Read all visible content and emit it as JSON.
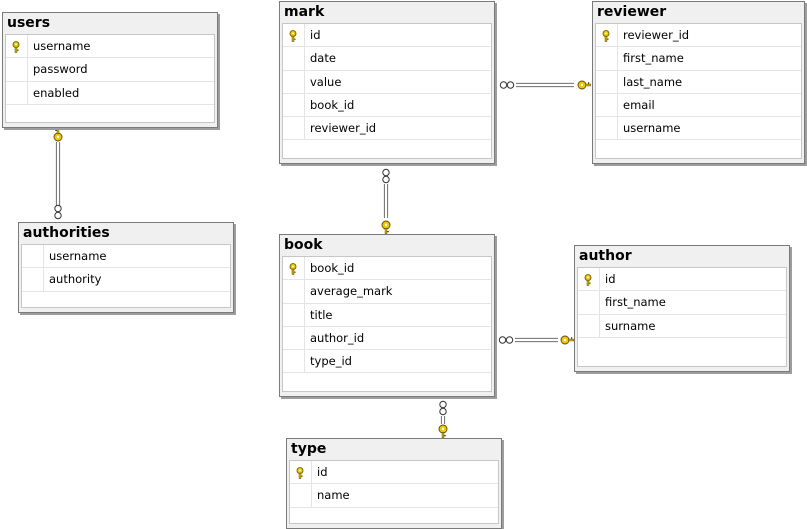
{
  "tables": {
    "users": {
      "title": "users",
      "columns": [
        {
          "name": "username",
          "key": true
        },
        {
          "name": "password",
          "key": false
        },
        {
          "name": "enabled",
          "key": false
        }
      ]
    },
    "authorities": {
      "title": "authorities",
      "columns": [
        {
          "name": "username",
          "key": false
        },
        {
          "name": "authority",
          "key": false
        }
      ]
    },
    "mark": {
      "title": "mark",
      "columns": [
        {
          "name": "id",
          "key": true
        },
        {
          "name": "date",
          "key": false
        },
        {
          "name": "value",
          "key": false
        },
        {
          "name": "book_id",
          "key": false
        },
        {
          "name": "reviewer_id",
          "key": false
        }
      ]
    },
    "reviewer": {
      "title": "reviewer",
      "columns": [
        {
          "name": "reviewer_id",
          "key": true
        },
        {
          "name": "first_name",
          "key": false
        },
        {
          "name": "last_name",
          "key": false
        },
        {
          "name": "email",
          "key": false
        },
        {
          "name": "username",
          "key": false
        }
      ]
    },
    "book": {
      "title": "book",
      "columns": [
        {
          "name": "book_id",
          "key": true
        },
        {
          "name": "average_mark",
          "key": false
        },
        {
          "name": "title",
          "key": false
        },
        {
          "name": "author_id",
          "key": false
        },
        {
          "name": "type_id",
          "key": false
        }
      ]
    },
    "author": {
      "title": "author",
      "columns": [
        {
          "name": "id",
          "key": true
        },
        {
          "name": "first_name",
          "key": false
        },
        {
          "name": "surname",
          "key": false
        }
      ]
    },
    "type": {
      "title": "type",
      "columns": [
        {
          "name": "id",
          "key": true
        },
        {
          "name": "name",
          "key": false
        }
      ]
    }
  },
  "relationships": [
    {
      "from": "authorities",
      "to": "users",
      "many_end": "authorities",
      "one_end": "users"
    },
    {
      "from": "mark",
      "to": "reviewer",
      "many_end": "mark",
      "one_end": "reviewer"
    },
    {
      "from": "mark",
      "to": "book",
      "many_end": "mark",
      "one_end": "book"
    },
    {
      "from": "book",
      "to": "author",
      "many_end": "book",
      "one_end": "author"
    },
    {
      "from": "book",
      "to": "type",
      "many_end": "book",
      "one_end": "type"
    }
  ],
  "colors": {
    "key_icon": "#f0c800",
    "border": "#7a7a7a",
    "header": "#f0f0f0",
    "line": "#6e6e6e"
  }
}
